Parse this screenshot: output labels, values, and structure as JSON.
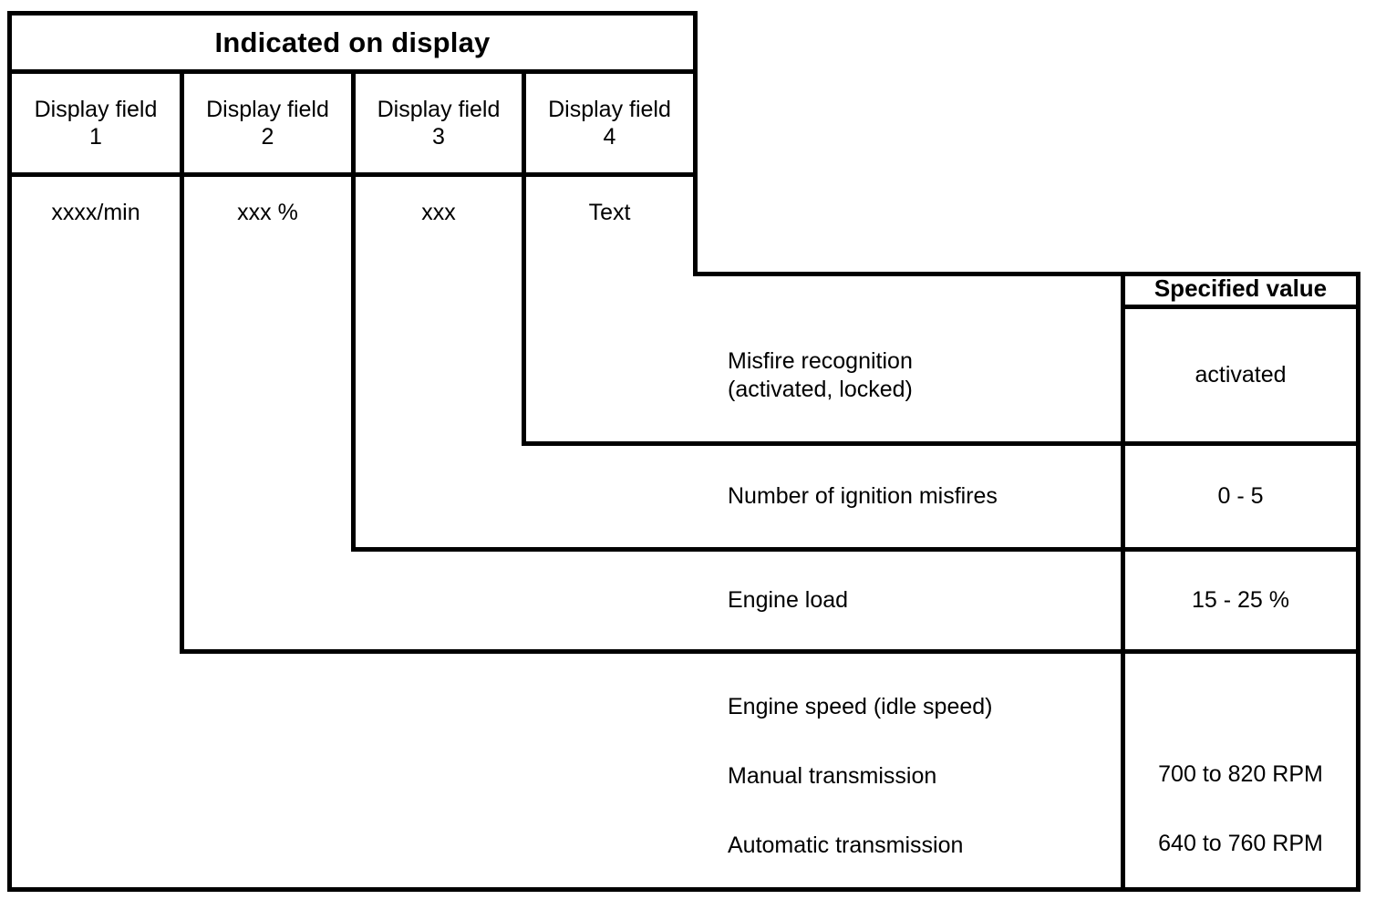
{
  "figure": {
    "kind": "stepped-specification-table",
    "line_color": "#000000",
    "background": "#ffffff"
  },
  "display_table": {
    "title": "Indicated on display",
    "column_headers": [
      "Display field\n1",
      "Display field\n2",
      "Display field\n3",
      "Display field\n4"
    ],
    "column_values": [
      "xxxx/min",
      "xxx %",
      "xxx",
      "Text"
    ]
  },
  "spec_table": {
    "value_header": "Specified value",
    "rows": [
      {
        "label": "Misfire recognition\n(activated, locked)",
        "value": "activated"
      },
      {
        "label": "Number of ignition misfires",
        "value": "0 - 5"
      },
      {
        "label": "Engine load",
        "value": "15 - 25 %"
      }
    ],
    "engine_speed_row": {
      "heading": "Engine speed (idle speed)",
      "sublines": [
        {
          "label": "Manual transmission",
          "value": "700 to 820 RPM"
        },
        {
          "label": "Automatic transmission",
          "value": "640 to 760 RPM"
        }
      ]
    }
  }
}
